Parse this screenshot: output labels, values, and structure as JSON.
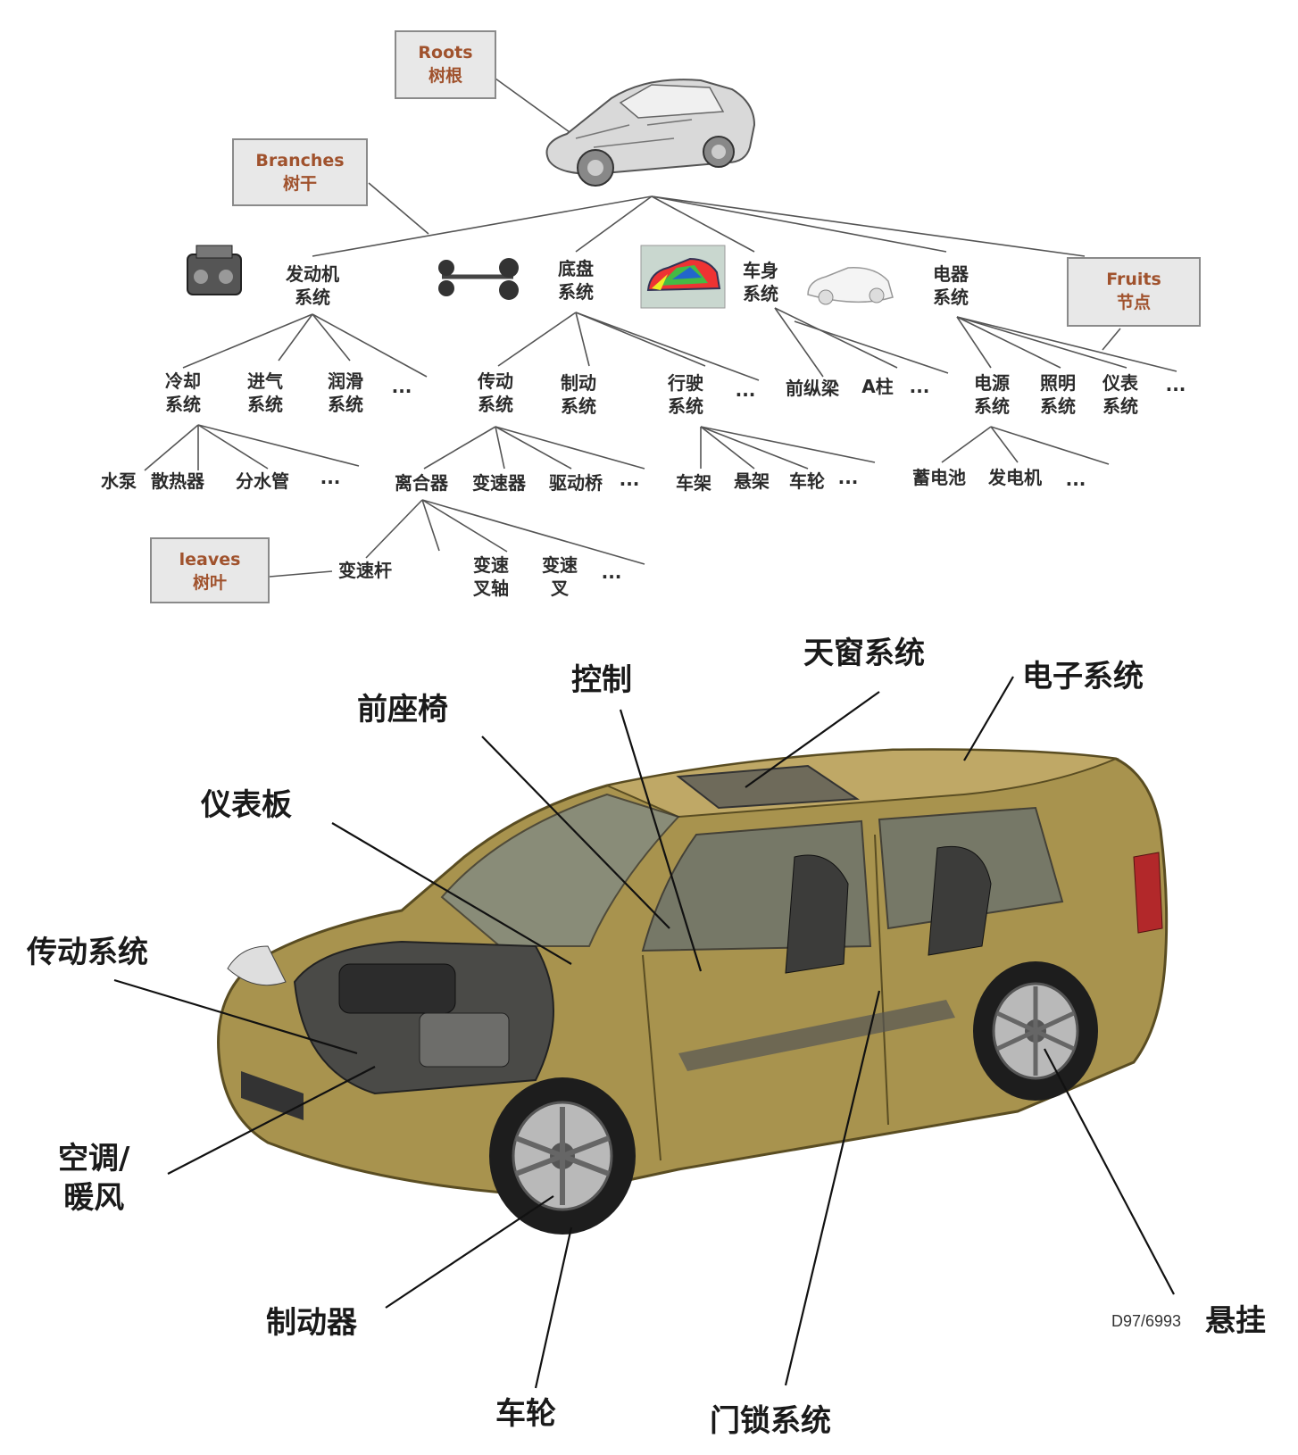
{
  "tree": {
    "roots_box": {
      "en": "Roots",
      "zh": "树根"
    },
    "branches_box": {
      "en": "Branches",
      "zh": "树干"
    },
    "fruits_box": {
      "en": "Fruits",
      "zh": "节点"
    },
    "leaves_box": {
      "en": "leaves",
      "zh": "树叶"
    },
    "level1": [
      {
        "l1": "发动机",
        "l2": "系统"
      },
      {
        "l1": "底盘",
        "l2": "系统"
      },
      {
        "l1": "车身",
        "l2": "系统"
      },
      {
        "l1": "电器",
        "l2": "系统"
      }
    ],
    "engine_children": [
      {
        "l1": "冷却",
        "l2": "系统"
      },
      {
        "l1": "进气",
        "l2": "系统"
      },
      {
        "l1": "润滑",
        "l2": "系统"
      },
      {
        "l1": "...",
        "l2": ""
      }
    ],
    "chassis_children": [
      {
        "l1": "传动",
        "l2": "系统"
      },
      {
        "l1": "制动",
        "l2": "系统"
      },
      {
        "l1": "行驶",
        "l2": "系统"
      },
      {
        "l1": "...",
        "l2": ""
      }
    ],
    "body_children": [
      "前纵梁",
      "A柱",
      "..."
    ],
    "electric_children": [
      {
        "l1": "电源",
        "l2": "系统"
      },
      {
        "l1": "照明",
        "l2": "系统"
      },
      {
        "l1": "仪表",
        "l2": "系统"
      },
      {
        "l1": "...",
        "l2": ""
      }
    ],
    "cooling_children": [
      "水泵",
      "散热器",
      "分水管",
      "..."
    ],
    "transmission_children": [
      "离合器",
      "变速器",
      "驱动桥",
      "..."
    ],
    "running_children": [
      "车架",
      "悬架",
      "车轮",
      "..."
    ],
    "power_children": [
      "蓄电池",
      "发电机",
      "..."
    ],
    "clutch_children": [
      {
        "l1": "变速杆",
        "l2": ""
      },
      {
        "l1": "变速",
        "l2": "叉轴"
      },
      {
        "l1": "变速",
        "l2": "叉"
      },
      {
        "l1": "...",
        "l2": ""
      }
    ]
  },
  "car": {
    "labels": {
      "tianchuang": "天窗系统",
      "dianzi": "电子系统",
      "kongzhi": "控制",
      "qianzuoyi": "前座椅",
      "yibiaoban": "仪表板",
      "chuandong": "传动系统",
      "kongtiao_1": "空调/",
      "kongtiao_2": "暖风",
      "zhidongqi": "制动器",
      "chelun": "车轮",
      "mensuo": "门锁系统",
      "xuangua": "悬挂"
    },
    "code": "D97/6993",
    "body_color": "#a8934e"
  }
}
